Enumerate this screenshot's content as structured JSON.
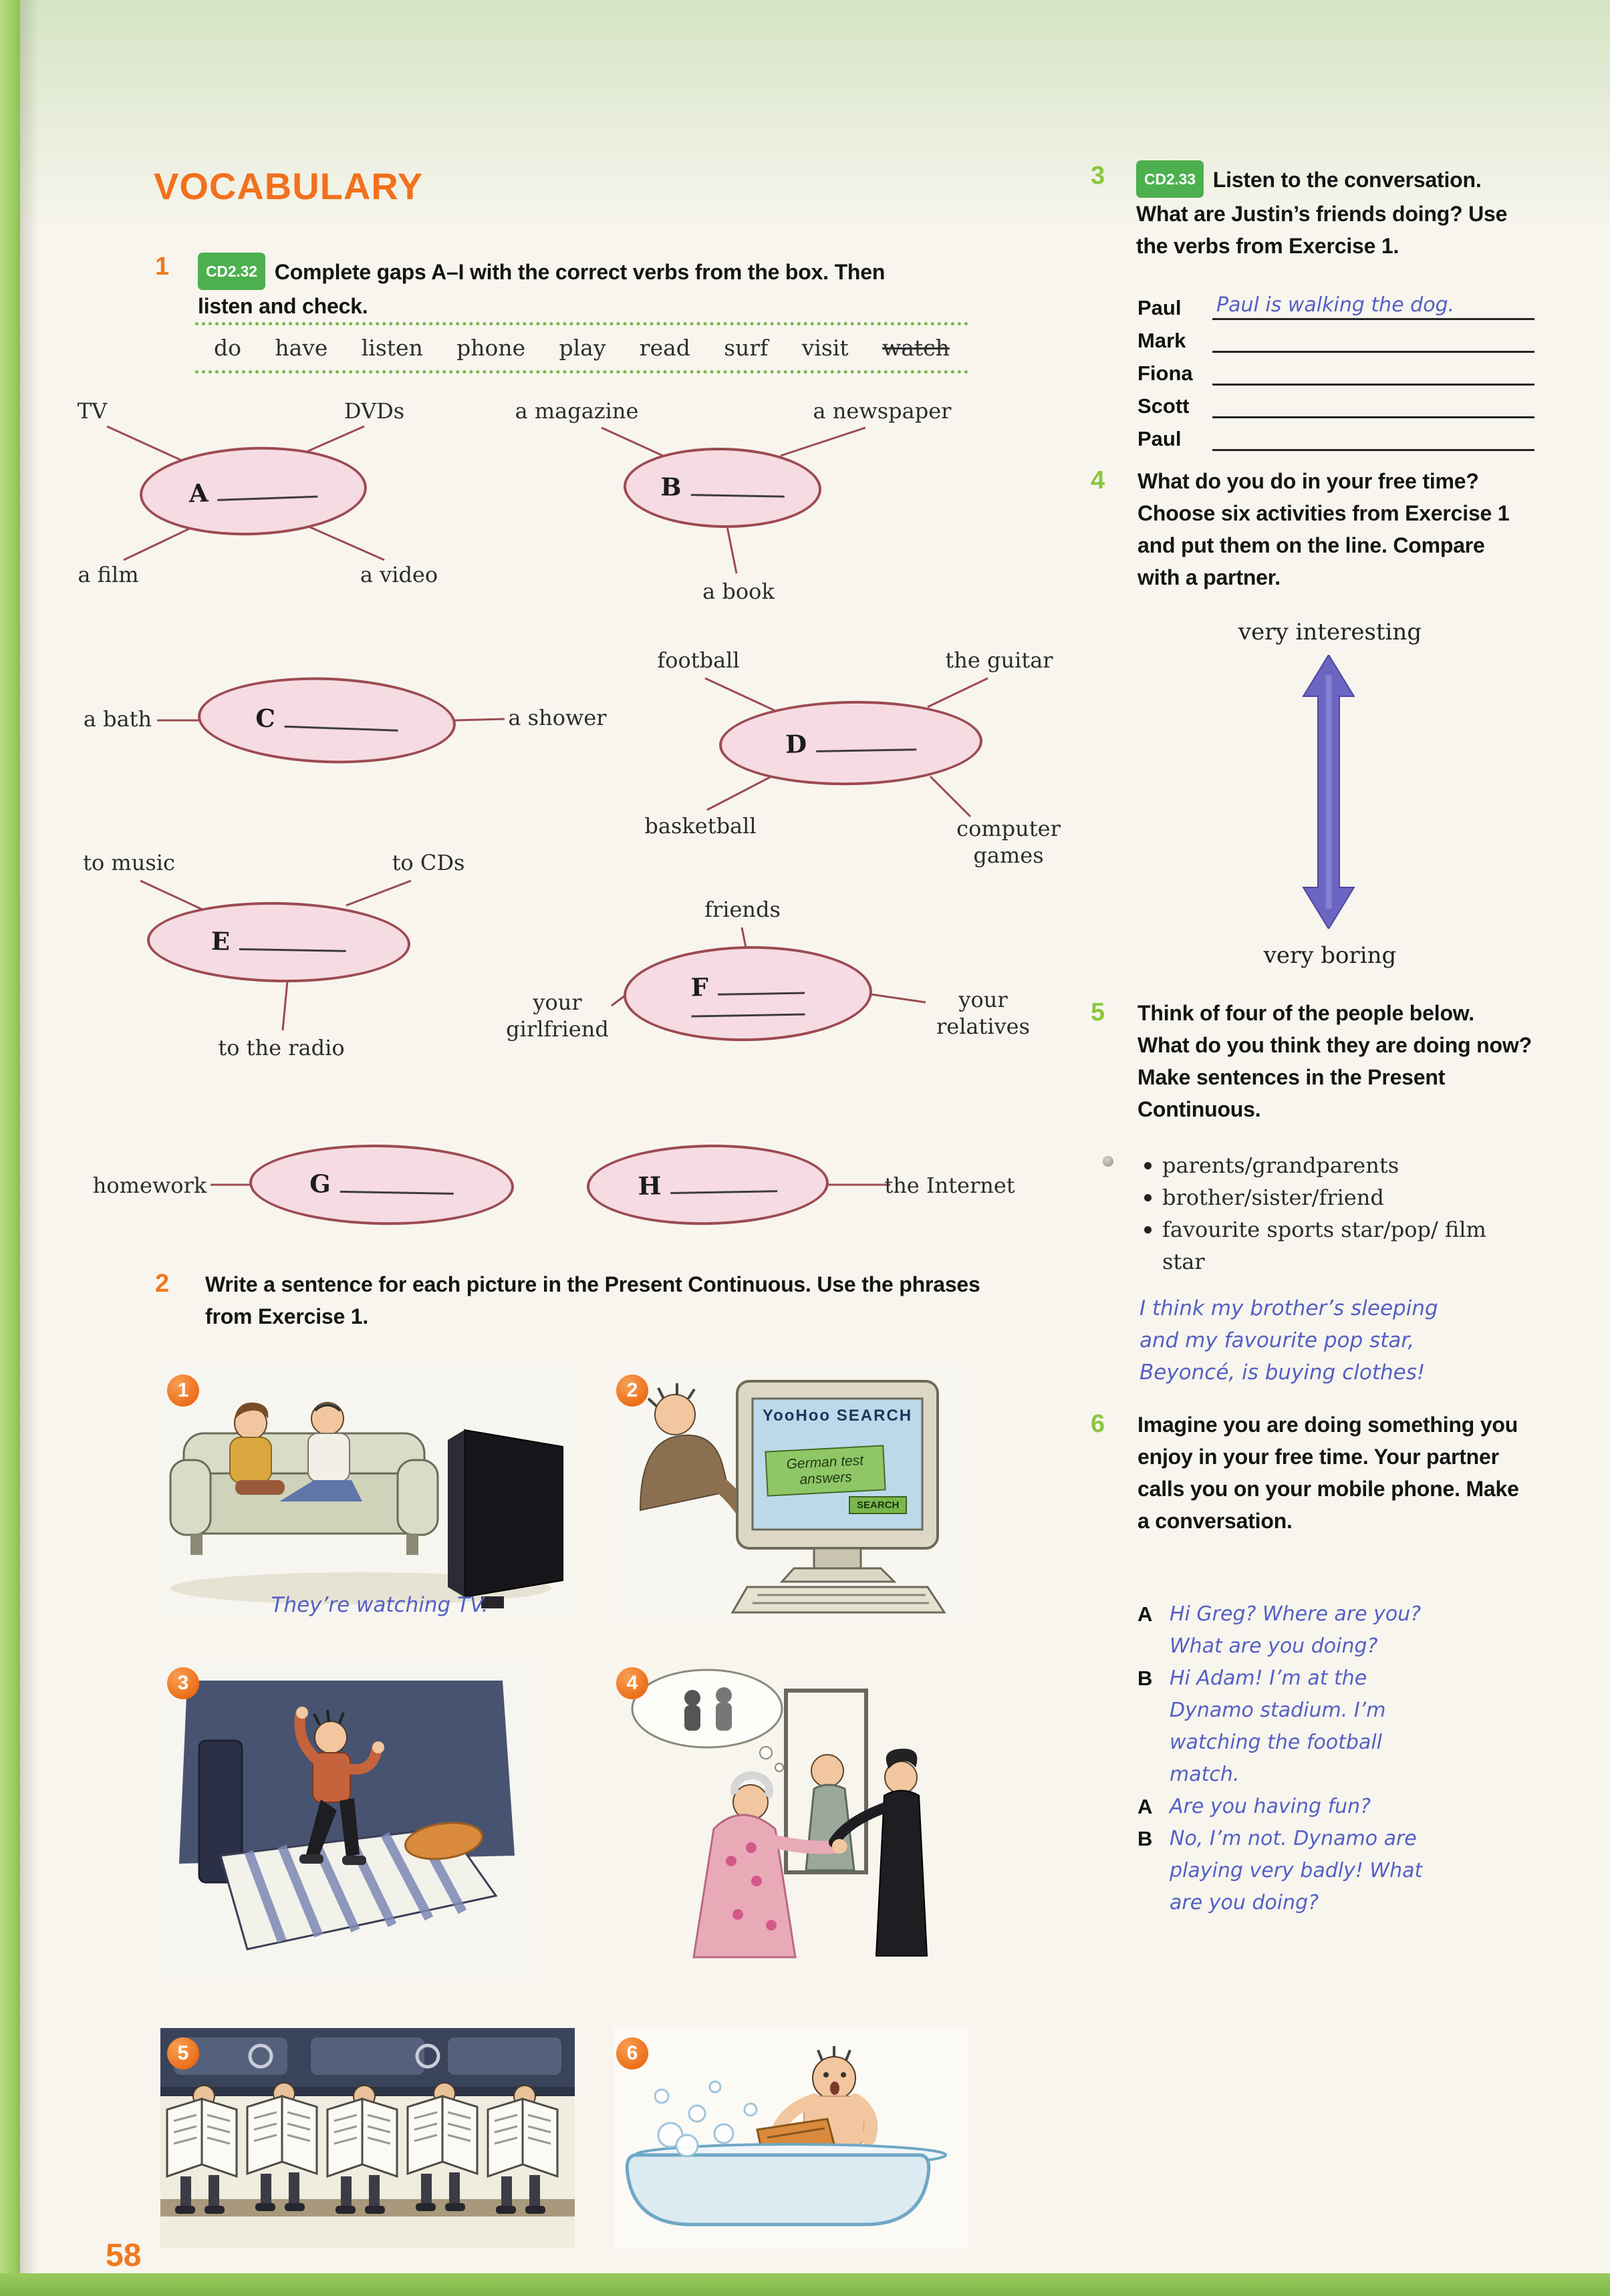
{
  "page": {
    "number": "58",
    "section_title": "VOCABULARY"
  },
  "ex1": {
    "number": "1",
    "cd_badge": "CD2.32",
    "instruction": "Complete gaps A–I with the correct verbs from the box. Then listen and check.",
    "words": [
      "do",
      "have",
      "listen",
      "phone",
      "play",
      "read",
      "surf",
      "visit"
    ],
    "struck_word": "watch",
    "letters": [
      "A",
      "B",
      "C",
      "D",
      "E",
      "F",
      "G",
      "H"
    ],
    "labels": {
      "tv": "TV",
      "dvds": "DVDs",
      "a_film": "a film",
      "a_video": "a video",
      "a_magazine": "a magazine",
      "a_newspaper": "a newspaper",
      "a_book": "a book",
      "a_bath": "a bath",
      "a_shower": "a shower",
      "football": "football",
      "the_guitar": "the guitar",
      "basketball": "basketball",
      "computer_games": "computer games",
      "to_music": "to music",
      "to_cds": "to CDs",
      "to_the_radio": "to the radio",
      "friends": "friends",
      "your_girlfriend": "your girlfriend",
      "your_relatives": "your relatives",
      "homework": "homework",
      "the_internet": "the Internet"
    }
  },
  "ex2": {
    "number": "2",
    "instruction": "Write a sentence for each picture in the Present Continuous. Use the phrases from Exercise 1.",
    "pictures": [
      {
        "num": "1",
        "caption": "They’re watching TV."
      },
      {
        "num": "2",
        "screen_title": "YooHoo SEARCH",
        "screen_note": "German test answers",
        "screen_button": "SEARCH"
      },
      {
        "num": "3"
      },
      {
        "num": "4"
      },
      {
        "num": "5"
      },
      {
        "num": "6"
      }
    ]
  },
  "ex3": {
    "number": "3",
    "cd_badge": "CD2.33",
    "instruction": "Listen to the conversation. What are Justin’s friends doing? Use the verbs from Exercise 1.",
    "rows": [
      {
        "name": "Paul",
        "answer": "Paul is walking the dog."
      },
      {
        "name": "Mark",
        "answer": ""
      },
      {
        "name": "Fiona",
        "answer": ""
      },
      {
        "name": "Scott",
        "answer": ""
      },
      {
        "name": "Paul",
        "answer": ""
      }
    ]
  },
  "ex4": {
    "number": "4",
    "instruction": "What do you do in your free time? Choose six activities from Exercise 1 and put them on the line. Compare with a partner.",
    "scale_top": "very interesting",
    "scale_bottom": "very boring"
  },
  "ex5": {
    "number": "5",
    "instruction": "Think of four of the people below. What do you think they are doing now? Make sentences in the Present Continuous.",
    "bullets": [
      "parents/grandparents",
      "brother/sister/friend",
      "favourite sports star/pop/ film star"
    ],
    "example": "I think my brother’s sleeping and my favourite pop star, Beyoncé, is buying clothes!"
  },
  "ex6": {
    "number": "6",
    "instruction": "Imagine you are doing something you enjoy in your free time. Your partner calls you on your mobile phone. Make a conversation.",
    "dialogue": [
      {
        "speaker": "A",
        "text": "Hi Greg? Where are you? What are you doing?"
      },
      {
        "speaker": "B",
        "text": "Hi Adam! I’m at the Dynamo stadium. I’m watching the football match."
      },
      {
        "speaker": "A",
        "text": "Are you having fun?"
      },
      {
        "speaker": "B",
        "text": "No, I’m not. Dynamo are playing very badly! What are you doing?"
      }
    ]
  }
}
